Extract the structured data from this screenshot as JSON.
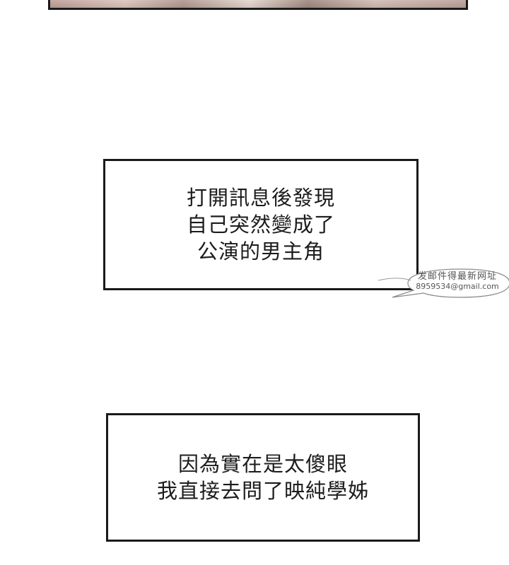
{
  "captions": [
    {
      "lines": [
        "打開訊息後發現",
        "自己突然變成了",
        "公演的男主角"
      ]
    },
    {
      "lines": [
        "因為實在是太傻眼",
        "我直接去問了映純學姊"
      ]
    }
  ],
  "watermark": {
    "line1": "发邮件得最新网址",
    "line2": "8959534@gmail.com"
  }
}
